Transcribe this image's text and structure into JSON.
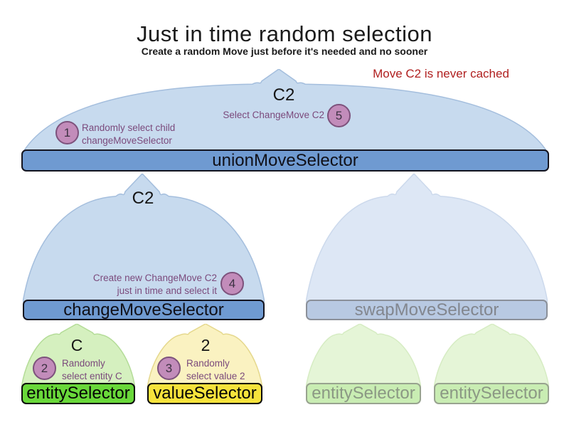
{
  "title": "Just in time random selection",
  "subtitle": "Create a random Move just before it's needed and no sooner",
  "note": "Move C2 is never cached",
  "colors": {
    "bar_blue": "#6f9ad1",
    "dome_blue": "#c7daee",
    "bar_green": "#69d83a",
    "bar_yellow": "#f6e33c",
    "faded_bar_blue": "#b8c9e2",
    "faded_bar_green": "#c9edb3",
    "circle_purple": "#c28cba",
    "annotation_purple": "#7b4a7c",
    "note_red": "#b02020"
  },
  "union": {
    "label": "unionMoveSelector",
    "output": "C2",
    "step1": {
      "num": "1",
      "line1": "Randomly select child",
      "line2": "changeMoveSelector"
    },
    "step5": {
      "num": "5",
      "line1": "Select ChangeMove C2"
    }
  },
  "change": {
    "label": "changeMoveSelector",
    "output": "C2",
    "step4": {
      "num": "4",
      "line1": "Create new ChangeMove C2",
      "line2": "just in time and select it"
    }
  },
  "swap": {
    "label": "swapMoveSelector"
  },
  "entity": {
    "label": "entitySelector",
    "output": "C",
    "step2": {
      "num": "2",
      "line1": "Randomly",
      "line2": "select entity C"
    }
  },
  "value": {
    "label": "valueSelector",
    "output": "2",
    "step3": {
      "num": "3",
      "line1": "Randomly",
      "line2": "select value 2"
    }
  },
  "faded1": {
    "label": "entitySelector"
  },
  "faded2": {
    "label": "entitySelector"
  }
}
